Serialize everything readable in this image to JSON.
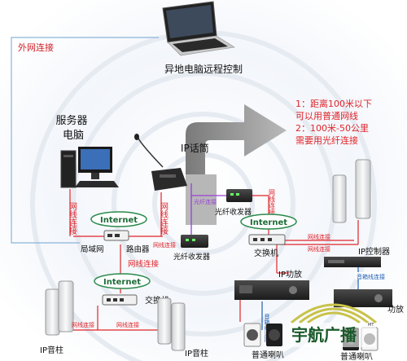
{
  "labels": {
    "wan": "外网连接",
    "remote": "异地电脑远程控制",
    "server_line1": "服务器",
    "server_line2": "电脑",
    "ip_mic": "IP话筒",
    "note": [
      "1：距离100米以下",
      "可以用普通网线",
      "2：100米-50公里",
      "需要用光纤连接"
    ],
    "fiber_link": "光纤连接",
    "net_link_a": "网线连接",
    "net_link_b": "网线连接",
    "net_link_c": "网线连接",
    "net_link_short": "网线连接",
    "fiber_transceiver_top": "光纤收发器",
    "fiber_transceiver_bottom": "光纤收发器",
    "internet": "Internet",
    "lan_net": "局域网",
    "router": "路由器",
    "net_link_mid": "网线连接",
    "switch_left": "交换机",
    "switch_right": "交换机",
    "ip_controller": "IP控制器",
    "ip_amp": "IP功放",
    "audio_line": "音箱线连接",
    "ip_column_left": "IP音柱",
    "ip_column_mid": "IP音柱",
    "normal_speaker_left": "普通喇叭",
    "normal_speaker_right": "普通喇叭",
    "amp_right": "功放",
    "brand": "宇航广播",
    "brand_tm": "MT"
  },
  "colors": {
    "accent_red": "#e0242a",
    "net_green": "#2a8a4b",
    "fiber_purple": "#9b3fd6",
    "arrow_gray": "#8a8a8a"
  },
  "icons": [
    "laptop-icon",
    "server-pc-icon",
    "microphone-icon",
    "router-icon",
    "switch-icon",
    "speaker-column-icon",
    "wall-speaker-icon",
    "amplifier-icon",
    "controller-icon",
    "fiber-transceiver-icon",
    "brand-logo"
  ]
}
